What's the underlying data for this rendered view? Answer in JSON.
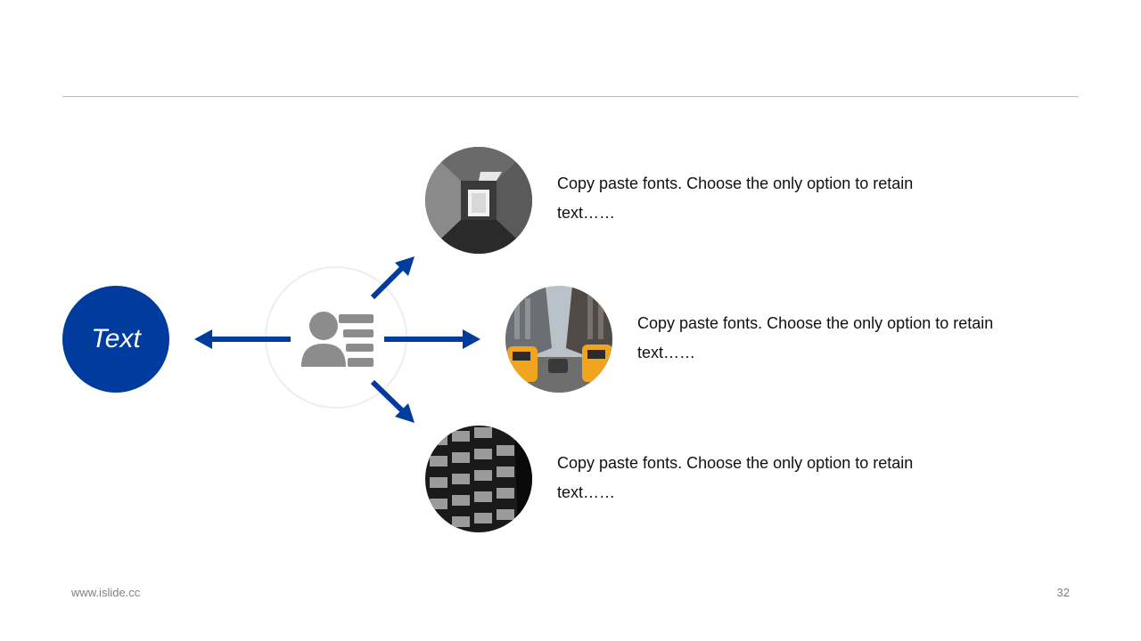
{
  "center_node": {
    "label": "Text"
  },
  "hub": {
    "icon": "user-card-icon"
  },
  "items": [
    {
      "text": "Copy paste fonts. Choose the only option to retain text……",
      "photo": "corridor-photo"
    },
    {
      "text": "Copy paste fonts. Choose the only option to retain text……",
      "photo": "city-street-photo"
    },
    {
      "text": "Copy paste fonts. Choose the only option to retain text……",
      "photo": "building-facade-photo"
    }
  ],
  "footer": {
    "website": "www.islide.cc",
    "page_number": "32"
  },
  "colors": {
    "accent": "#003c9d",
    "icon_gray": "#8c8c8c",
    "rule": "#bfbfbf"
  }
}
